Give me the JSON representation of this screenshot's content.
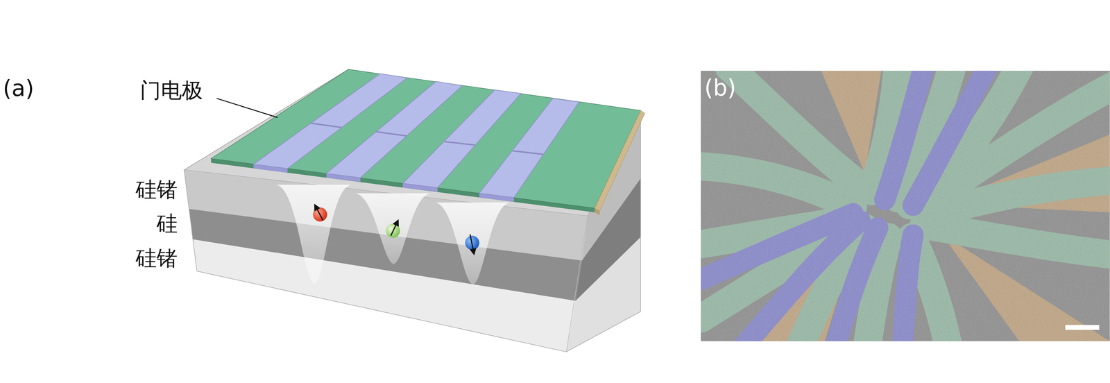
{
  "diagram": {
    "labels": [
      "(a)",
      "门电极",
      "硅锗",
      "硅",
      "硅锗",
      "(b)"
    ]
  }
}
